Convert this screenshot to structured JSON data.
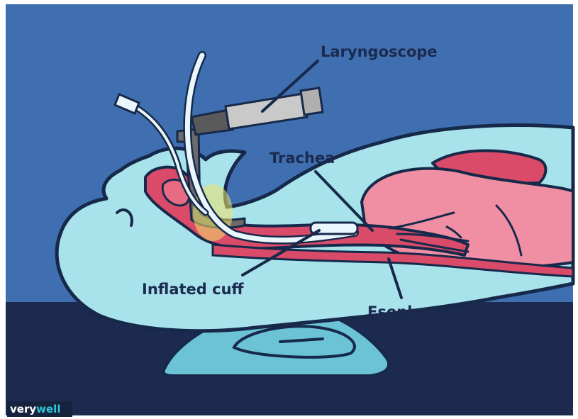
{
  "labels": {
    "laryngoscope": "Laryngoscope",
    "trachea": "Trachea",
    "inflated_cuff": "Inflated cuff",
    "esophagus": "Esophagus"
  },
  "brand": {
    "part1": "very",
    "part2": "well"
  },
  "colors": {
    "background_top": "#3f6fb0",
    "background_floor": "#1b2a4e",
    "body": "#a8e3ec",
    "outline": "#17294a",
    "lung": "#f08fa3",
    "airway": "#d94b68",
    "device": "#c9c9c9"
  }
}
